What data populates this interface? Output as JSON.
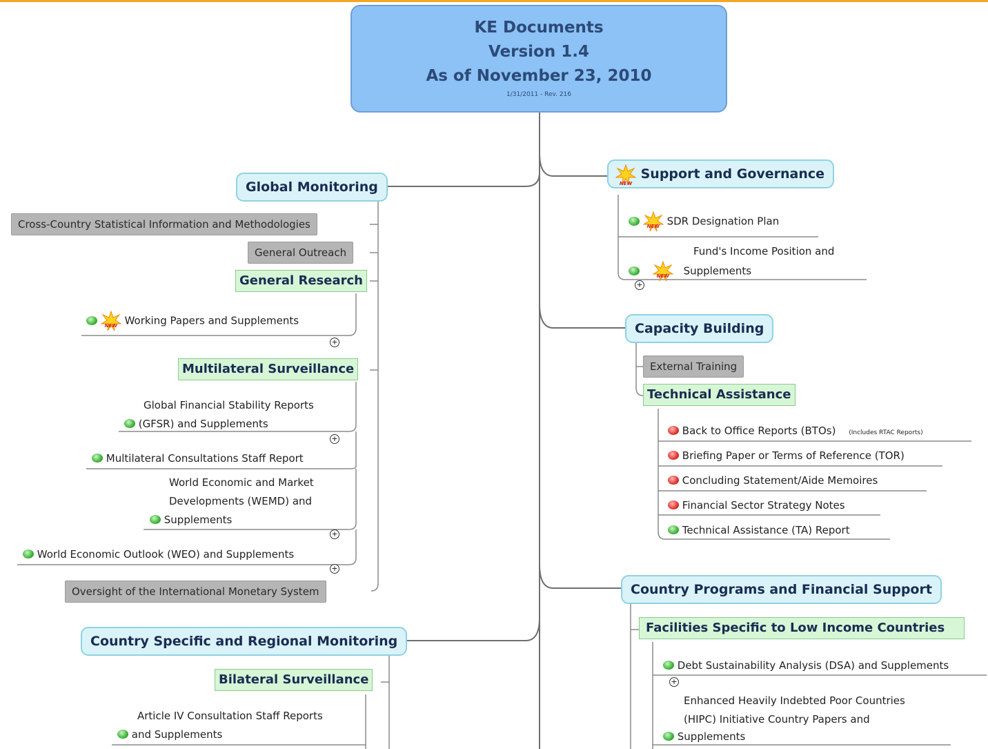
{
  "central": {
    "title": "KE Documents",
    "version": "Version 1.4",
    "as_of": "As of November 23, 2010",
    "revision": "1/31/2011 - Rev. 216"
  },
  "new_badge": "NEW",
  "expand_symbol": "+",
  "global_monitoring": {
    "title": "Global Monitoring",
    "cross_country": "Cross-Country Statistical Information and Methodologies",
    "general_outreach": "General Outreach",
    "general_research": {
      "title": "General Research",
      "items": [
        "Working Papers and Supplements"
      ]
    },
    "multilateral_surveillance": {
      "title": "Multilateral Surveillance",
      "gfsr_line1": "Global Financial Stability Reports",
      "gfsr_line2": "(GFSR) and Supplements",
      "consultations": "Multilateral Consultations Staff Report",
      "wemd_line1": "World Economic and Market",
      "wemd_line2": "Developments (WEMD) and",
      "wemd_line3": "Supplements",
      "weo": "World Economic Outlook (WEO) and Supplements"
    },
    "oversight": "Oversight of the International Monetary System"
  },
  "country_specific": {
    "title": "Country Specific and Regional Monitoring",
    "bilateral": {
      "title": "Bilateral Surveillance",
      "article_line1": "Article IV Consultation Staff Reports",
      "article_line2": "and Supplements"
    }
  },
  "support_governance": {
    "title": "Support and Governance",
    "sdr": "SDR Designation Plan",
    "funds_line1": "Fund's Income Position and",
    "funds_line2": "Supplements"
  },
  "capacity_building": {
    "title": "Capacity Building",
    "external_training": "External Training",
    "technical_assistance": {
      "title": "Technical Assistance",
      "bto": "Back to Office Reports (BTOs)",
      "bto_note": "(Includes RTAC Reports)",
      "briefing": "Briefing Paper or Terms of Reference (TOR)",
      "concluding": "Concluding Statement/Aide Memoires",
      "fssn": "Financial Sector Strategy Notes",
      "ta_report": "Technical Assistance (TA) Report"
    }
  },
  "country_programs": {
    "title": "Country Programs and Financial Support",
    "facilities": {
      "title": "Facilities Specific to Low Income Countries",
      "dsa": "Debt Sustainability Analysis (DSA) and Supplements",
      "hipc_line1": "Enhanced Heavily Indebted Poor Countries",
      "hipc_line2": "(HIPC) Initiative Country Papers and",
      "hipc_line3": "Supplements"
    }
  }
}
